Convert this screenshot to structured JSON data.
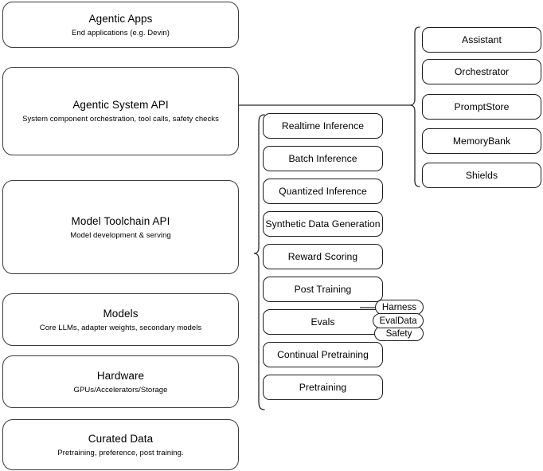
{
  "diagram": {
    "title": "Agentic stack layered architecture",
    "stroke_color": "#262626",
    "background_color": "#ffffff"
  },
  "layers": [
    {
      "id": "agentic-apps",
      "title": "Agentic Apps",
      "subtitle": "End applications (e.g. Devin)"
    },
    {
      "id": "agentic-system-api",
      "title": "Agentic System API",
      "subtitle": "System component orchestration, tool calls, safety checks"
    },
    {
      "id": "model-toolchain-api",
      "title": "Model Toolchain API",
      "subtitle": "Model development & serving"
    },
    {
      "id": "models",
      "title": "Models",
      "subtitle": "Core LLMs, adapter weights, secondary models"
    },
    {
      "id": "hardware",
      "title": "Hardware",
      "subtitle": "GPUs/Accelerators/Storage"
    },
    {
      "id": "curated-data",
      "title": "Curated Data",
      "subtitle": "Pretraining, preference, post training."
    }
  ],
  "toolchain_items": [
    {
      "id": "realtime-inference",
      "label": "Realtime Inference"
    },
    {
      "id": "batch-inference",
      "label": "Batch Inference"
    },
    {
      "id": "quantized-inference",
      "label": "Quantized Inference"
    },
    {
      "id": "synthetic-data-generation",
      "label": "Synthetic Data Generation"
    },
    {
      "id": "reward-scoring",
      "label": "Reward Scoring"
    },
    {
      "id": "post-training",
      "label": "Post Training"
    },
    {
      "id": "evals",
      "label": "Evals"
    },
    {
      "id": "continual-pretraining",
      "label": "Continual Pretraining"
    },
    {
      "id": "pretraining",
      "label": "Pretraining"
    }
  ],
  "eval_badges": [
    {
      "id": "harness",
      "label": "Harness"
    },
    {
      "id": "evaldata",
      "label": "EvalData"
    },
    {
      "id": "safety",
      "label": "Safety"
    }
  ],
  "system_items": [
    {
      "id": "assistant",
      "label": "Assistant"
    },
    {
      "id": "orchestrator",
      "label": "Orchestrator"
    },
    {
      "id": "promptstore",
      "label": "PromptStore"
    },
    {
      "id": "memorybank",
      "label": "MemoryBank"
    },
    {
      "id": "shields",
      "label": "Shields"
    }
  ]
}
